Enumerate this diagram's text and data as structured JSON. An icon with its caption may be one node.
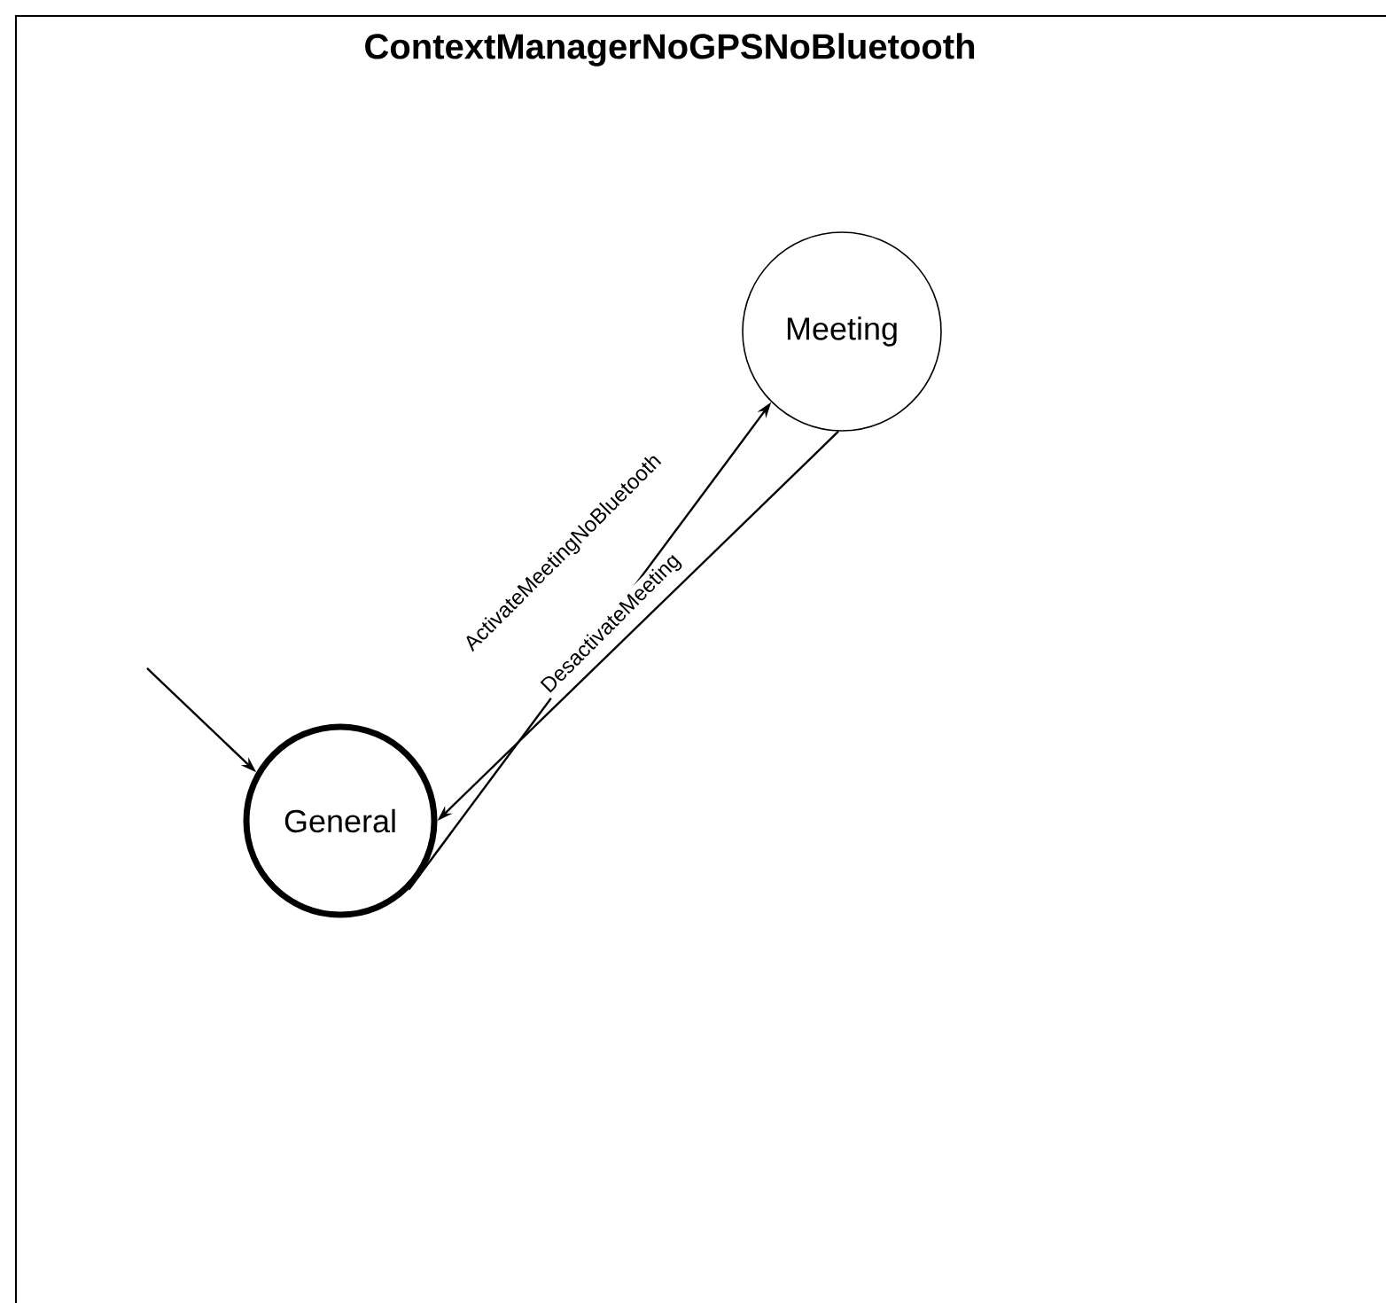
{
  "diagram": {
    "title": "ContextManagerNoGPSNoBluetooth",
    "nodes": [
      {
        "text": [
          "Meeting"
        ]
      },
      {
        "text": [
          "General"
        ]
      }
    ],
    "edges": [
      {
        "from": 1,
        "to": 0,
        "arrow": "to",
        "label": "ActivateMeetingNoBluetooth"
      },
      {
        "from": 0,
        "to": 1,
        "arrow": "to",
        "label": "DesactivateMeeting"
      },
      {
        "from": null,
        "to": 1,
        "arrow": "to"
      }
    ]
  }
}
